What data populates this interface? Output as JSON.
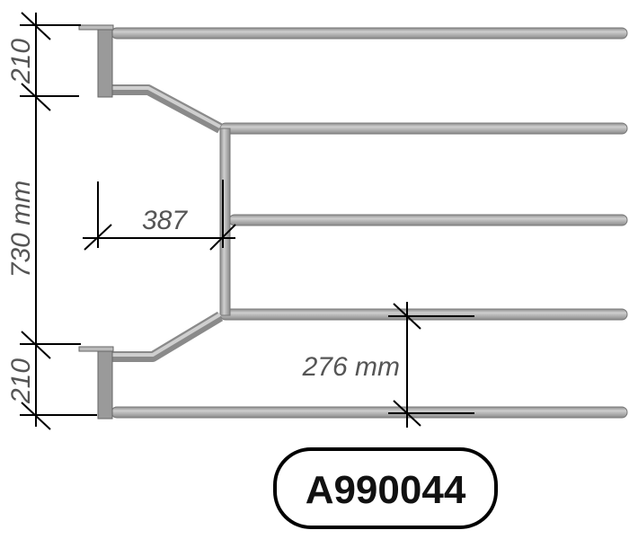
{
  "dimensions": {
    "top_height": "210",
    "middle_height": "730 mm",
    "bottom_height": "210",
    "offset_width": "387",
    "bar_spacing": "276 mm"
  },
  "product_code": "A990044",
  "colors": {
    "tube": "#a6a6a6",
    "tube_edge": "#7a7a7a",
    "line": "#000000",
    "text": "#555555"
  }
}
